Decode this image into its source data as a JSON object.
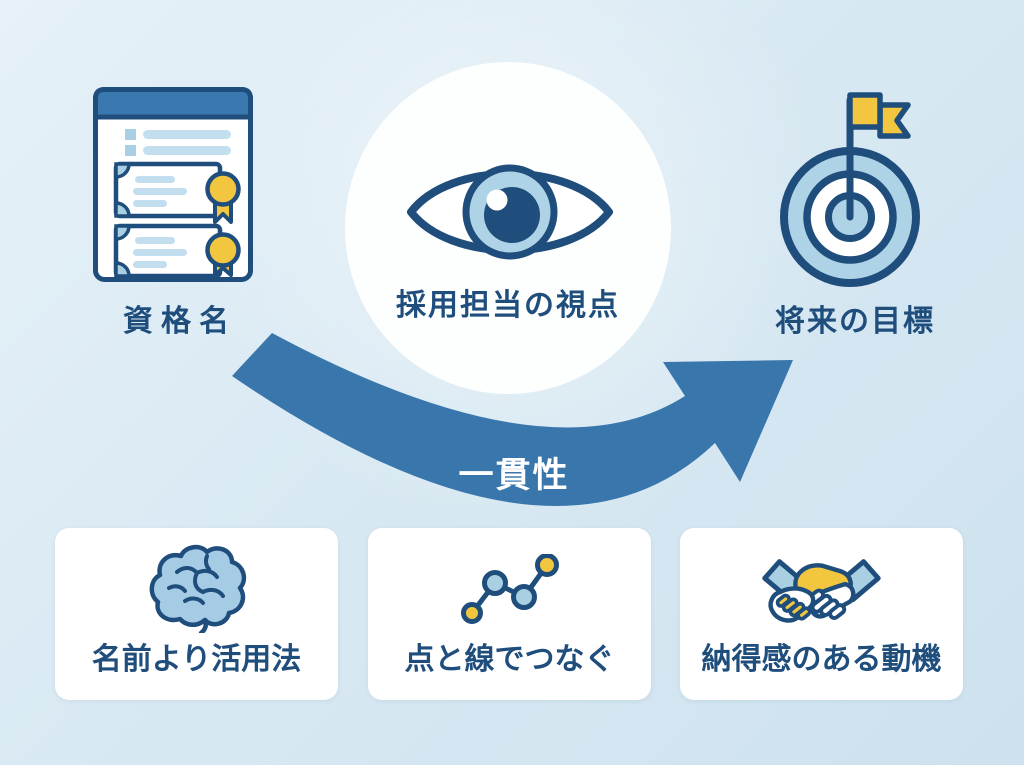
{
  "flow": {
    "left_node": {
      "icon": "certificates-document-icon",
      "label": "資格名"
    },
    "center_node": {
      "icon": "eye-icon",
      "label": "採用担当の視点"
    },
    "right_node": {
      "icon": "target-flag-icon",
      "label": "将来の目標"
    },
    "arrow_label": "一貫性"
  },
  "cards": [
    {
      "icon": "brain-icon",
      "label": "名前より活用法"
    },
    {
      "icon": "connected-dots-icon",
      "label": "点と線でつなぐ"
    },
    {
      "icon": "handshake-icon",
      "label": "納得感のある動機"
    }
  ],
  "colors": {
    "background_light": "#e6f1f8",
    "background_dark": "#cde2ee",
    "navy_outline": "#1f4e7d",
    "accent_blue": "#3876ab",
    "header_blue": "#3a79b0",
    "light_blue_fill": "#a9cfe3",
    "pale_blue_bar": "#c3deee",
    "yellow": "#f2c63e",
    "card_white": "#ffffff"
  }
}
